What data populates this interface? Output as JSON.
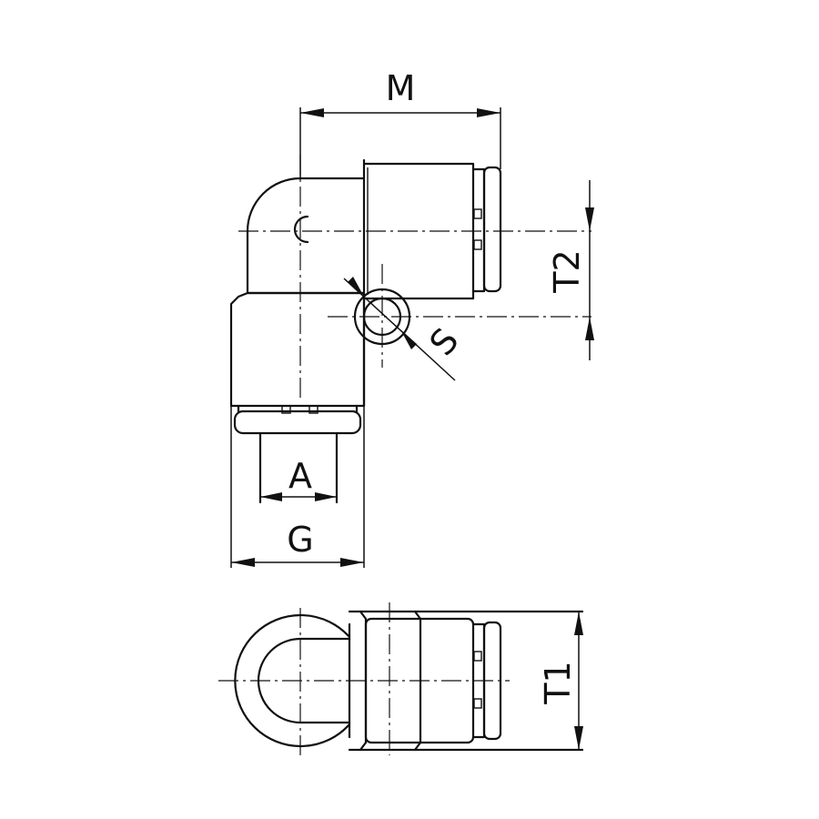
{
  "labels": {
    "M": "M",
    "T2": "T2",
    "S": "S",
    "A": "A",
    "G": "G",
    "T1": "T1"
  }
}
